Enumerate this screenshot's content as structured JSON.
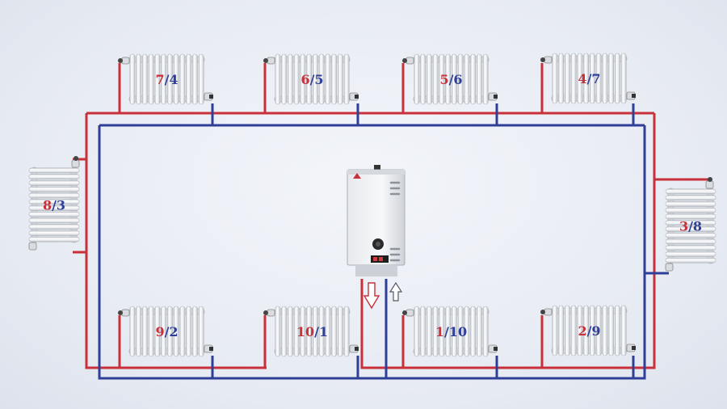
{
  "colors": {
    "supply": "#c8303a",
    "return": "#2f3f98",
    "radiator": "#eef0f3",
    "background": "#e9edf4"
  },
  "radiators": [
    {
      "id": "r-top-1",
      "name": "radiator-7-4",
      "first": "7",
      "second": "4"
    },
    {
      "id": "r-top-2",
      "name": "radiator-6-5",
      "first": "6",
      "second": "5"
    },
    {
      "id": "r-top-3",
      "name": "radiator-5-6",
      "first": "5",
      "second": "6"
    },
    {
      "id": "r-top-4",
      "name": "radiator-4-7",
      "first": "4",
      "second": "7"
    },
    {
      "id": "r-left",
      "name": "radiator-8-3",
      "first": "8",
      "second": "3"
    },
    {
      "id": "r-right",
      "name": "radiator-3-8",
      "first": "3",
      "second": "8"
    },
    {
      "id": "r-bot-1",
      "name": "radiator-9-2",
      "first": "9",
      "second": "2"
    },
    {
      "id": "r-bot-2",
      "name": "radiator-10-1",
      "first": "10",
      "second": "1"
    },
    {
      "id": "r-bot-3",
      "name": "radiator-1-10",
      "first": "1",
      "second": "10"
    },
    {
      "id": "r-bot-4",
      "name": "radiator-2-9",
      "first": "2",
      "second": "9"
    }
  ],
  "label_separator": "/",
  "boiler": {
    "icon": "electric-boiler-icon"
  },
  "flow_arrows": [
    "down-arrow-icon",
    "up-arrow-icon"
  ]
}
